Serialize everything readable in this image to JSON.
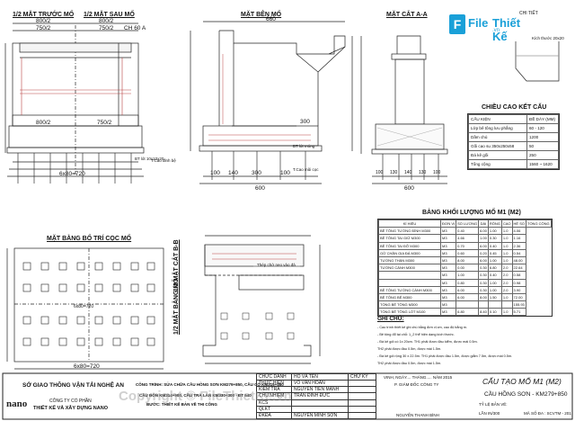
{
  "views": {
    "v1_title": "1/2 MẶT TRƯỚC MỐ",
    "v2_title": "1/2 MẶT SAU MỐ",
    "v3_title": "MẶT BÊN MỐ",
    "v4_title": "MẶT CẮT A-A",
    "v5_title": "MẶT BẰNG BỐ TRÍ CỌC MỐ",
    "v6_title": "1/2 MẶT CẮT B-B",
    "v7_title": "1/2 MẶT BẰNG MỐ"
  },
  "front": {
    "top_dims": [
      "800/2",
      "800/2"
    ],
    "sub_dims": [
      "750/2",
      "750/2"
    ],
    "mid_dims": [
      "800/2",
      "750/2"
    ],
    "bottom_dim": "6x80=720",
    "note": "CH 60 A",
    "pile_note": "BT lót 10x10x20"
  },
  "side": {
    "top_dim": "660",
    "dims": [
      "100",
      "140",
      "300",
      "100",
      "300"
    ],
    "bottom_dim": "600",
    "levels": [
      "T.Cao đỉnh bệ",
      "T.Cao mũi cọc",
      "BT lót móng"
    ]
  },
  "section_aa": {
    "dims": [
      "100",
      "130",
      "140",
      "130",
      "100"
    ],
    "bottom_dim": "600"
  },
  "plan": {
    "dims": [
      "6x80=720",
      "6x80=720"
    ],
    "note": "Thép chờ neo vào đá"
  },
  "detail": {
    "title": "CHI TIẾT",
    "sub": "Kích thước 20x20"
  },
  "height_table": {
    "title": "CHIỀU CAO KẾT CẤU",
    "headers": [
      "CẤU KIỆN",
      "ĐỀ DÀY (MM)"
    ],
    "rows": [
      [
        "Lớp bê tông lưu phẳng",
        "60 - 120"
      ],
      [
        "Dầm chủ",
        "1200"
      ],
      [
        "Gối cao su 350x250x58",
        "50"
      ],
      [
        "Đá kê gối",
        "250"
      ],
      [
        "Tổng cộng",
        "1560 ~ 1620"
      ]
    ]
  },
  "volume_table": {
    "title": "BẢNG KHỐI LƯỢNG MỐ M1 (M2)",
    "headers": [
      "KÍ HIỆU",
      "ĐƠN VỊ",
      "SỐ LƯỢNG",
      "DÀI",
      "RỘNG",
      "CAO",
      "HỆ SỐ",
      "TỔNG CỘNG"
    ],
    "rows": [
      [
        "BÊ TÔNG TƯỜNG ĐỈNH M300",
        "M3",
        "0.40",
        "6.00",
        "1.00",
        "1.0",
        "4.06"
      ],
      [
        "BÊ TÔNG TAI GIỮ M300",
        "M3",
        "4.66",
        "1.00",
        "0.30",
        "1.0",
        "1.16"
      ],
      [
        "BÊ TÔNG TAI ĐỠ M300",
        "M3",
        "0.70",
        "6.00",
        "0.40",
        "1.0",
        "2.36"
      ],
      [
        "GỜ CHẮN GIA ĐÁ M300",
        "M3",
        "0.60",
        "0.20",
        "0.45",
        "1.0",
        "0.54"
      ],
      [
        "TƯỜNG THÂN M300",
        "M3",
        "8.00",
        "6.00",
        "1.00",
        "1.0",
        "48.00"
      ],
      [
        "TƯỜNG CÁNH M300",
        "M3",
        "0.00",
        "0.30",
        "6.80",
        "2.0",
        "22.64"
      ],
      [
        "",
        "M3",
        "1.00",
        "0.30",
        "0.40",
        "2.0",
        "0.58"
      ],
      [
        "",
        "M3",
        "0.80",
        "0.30",
        "1.00",
        "2.0",
        "0.98"
      ],
      [
        "BÊ TÔNG TƯỜNG CÁNH M300",
        "M3",
        "6.00",
        "0.30",
        "1.00",
        "2.0",
        "3.90"
      ],
      [
        "BÊ TÔNG BỆ M300",
        "M3",
        "6.00",
        "8.00",
        "1.50",
        "1.0",
        "72.00"
      ],
      [
        "TỔNG BÊ TÔNG M300",
        "M3",
        "",
        "",
        "",
        "",
        "155.93"
      ],
      [
        "TỔNG BÊ TÔNG LÓT M100",
        "M3",
        "6.80",
        "8.40",
        "0.10",
        "1.0",
        "5.71"
      ]
    ]
  },
  "notes": {
    "title": "GHI CHÚ:",
    "lines": [
      "- Cao trình thiết kế ghi chú bằng đơn vị cm, cao độ bằng m.",
      "- Bê tông đổ tại chỗ: 1_2 thể hiện dạng kích thước.",
      "- Đá kê gối có 1x 20cm. TH1 phải được đầu kiểm, được mài 0.5m.",
      "  TH2 phải được đầu 0.5m, được mài 1.5m.",
      "- Đá kê gối rộng 30 x 22.5m. TH1 phải được đầu 1.5m, được giằm 7.5m, được mài 0.5m.",
      "  TH2 phải được đầu 0.5m, được mài 1.5m."
    ]
  },
  "title_block": {
    "agency": "SỞ GIAO THÔNG VẬN TẢI NGHỆ AN",
    "company_1": "CÔNG TY CỔ PHẦN",
    "company_2": "THIẾT KẾ VÀ XÂY DỰNG NANO",
    "project_1": "CÔNG TRÌNH: SỬA CHỮA CẦU HỒNG SƠN KM279+850, CẦU CỐ KM315+450",
    "project_2": "CẦU ĐÔN KM314+900, CẦU TRÀ LÂN KM330+300 - ĐT 540",
    "project_3": "BƯỚC: THIẾT KẾ BẢN VẼ THI CÔNG",
    "roles": [
      "CHỨC DANH",
      "THỰC HIỆN",
      "KIỂM TRA",
      "CHỦ NHIỆM",
      "KCS",
      "QLKT",
      "ĐKĐA"
    ],
    "names": [
      "HỌ VÀ TÊN",
      "VÕ VĂN HOÀN",
      "NGUYỄN TIẾN MẠNH",
      "TRẦN ĐÌNH ĐỨC",
      "",
      "",
      "NGUYỄN MINH SƠN"
    ],
    "sign": "CHỮ KÝ",
    "date": "VINH, NGÀY.... THÁNG..... NĂM 2015",
    "director": "P. GIÁM ĐỐC CÔNG TY",
    "director_name": "NGUYỄN THANH BÌNH",
    "drawing_title": "CẤU TẠO MỐ M1 (M2)",
    "bridge": "CẦU HỒNG SƠN - KM279+850",
    "scale": "TỶ LỆ BẢN VẼ:",
    "ratio": "LẦN IN/300",
    "sheet": "MÃ SỐ ĐA : SCVTM - 201"
  },
  "logo": {
    "text1": "File",
    "text2": "Thiết Kế",
    "suffix": ".vn"
  },
  "watermark": "Copyright © FileThietKe.vn"
}
